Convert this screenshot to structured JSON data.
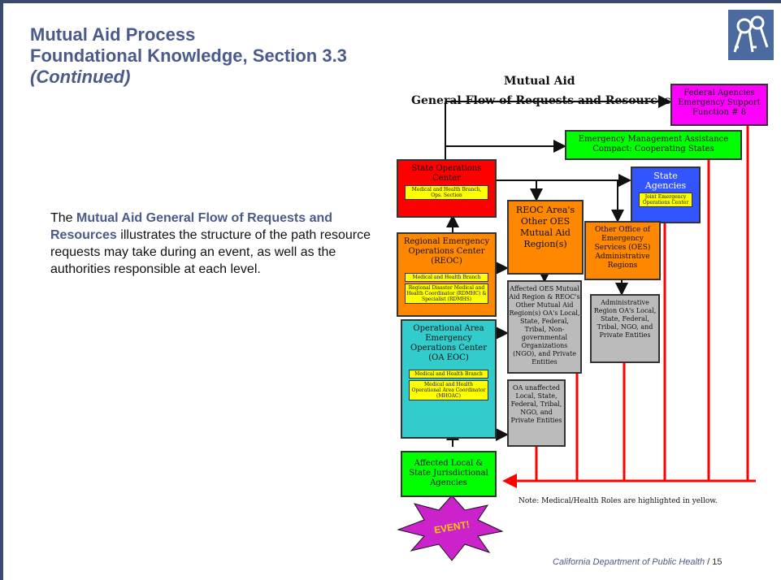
{
  "slide": {
    "title_line1": "Mutual Aid Process",
    "title_line2": "Foundational Knowledge, Section 3.3",
    "title_line3": "(Continued)",
    "desc_prefix": "The ",
    "desc_highlight": "Mutual Aid General Flow of Requests and Resources",
    "desc_rest": " illustrates the structure of the path resource requests may take during an event, as well as the authorities responsible at each level.",
    "footer_org": "California Department of Public Health",
    "footer_page": " / 15",
    "logo_icon": "keys-icon"
  },
  "diagram": {
    "title_line1": "Mutual Aid",
    "title_line2": "General Flow of Requests and Resources",
    "federal": "Federal Agencies Emergency Support Function # 8",
    "emac": "Emergency Management Assistance Compact: Cooperating States",
    "soc": "State Operations Center",
    "soc_sub": "Medical and Health Branch, Ops. Section",
    "state_agencies": "State Agencies",
    "state_sub": "Joint Emergency Operations Center",
    "reoc_other": "REOC Area's Other OES Mutual Aid Region(s)",
    "oes_regions": "Other Office of Emergency Services (OES) Administrative Regions",
    "reoc": "Regional Emergency Operations Center (REOC)",
    "reoc_sub1": "Medical and Health Branch",
    "reoc_sub2": "Regional Disaster Medical and Health Coordinator (RDMHC) & Specialist (RDMHS)",
    "affected_oes": "Affected OES Mutual Aid Region & REOC's Other Mutual Aid Region(s) OA's Local, State, Federal, Tribal, Non-governmental Organizations (NGO), and Private Entities",
    "admin_region": "Administrative Region OA's Local, State, Federal, Tribal, NGO, and Private Entities",
    "oa_eoc": "Operational Area Emergency Operations Center (OA EOC)",
    "oa_sub1": "Medical and Health Branch",
    "oa_sub2": "Medical and Health Operational Area Coordinator (MHOAC)",
    "oa_unaffected": "OA unaffected Local, State, Federal, Tribal, NGO, and Private Entities",
    "affected_local": "Affected Local & State Jurisdictional Agencies",
    "event": "EVENT!",
    "note": "Note: Medical/Health Roles are highlighted in yellow.",
    "colors": {
      "federal": "#ff00ff",
      "green": "#00ff00",
      "soc": "#ff0000",
      "state": "#3355ff",
      "orange": "#ff8800",
      "gray": "#bbbbbb",
      "cyan": "#33cccc",
      "yellow": "#ffff00",
      "arrow_red": "#ff0000",
      "event": "#cc22cc"
    }
  }
}
